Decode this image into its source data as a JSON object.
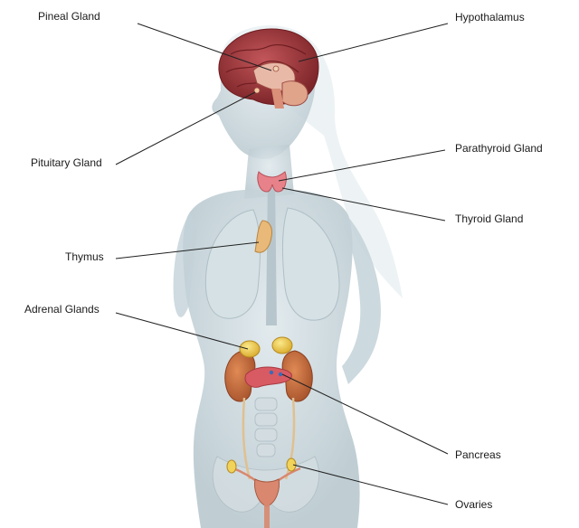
{
  "labels": {
    "pineal": "Pineal Gland",
    "hypothalamus": "Hypothalamus",
    "pituitary": "Pituitary Gland",
    "parathyroid": "Parathyroid Gland",
    "thyroid": "Thyroid Gland",
    "thymus": "Thymus",
    "adrenal": "Adrenal Glands",
    "pancreas": "Pancreas",
    "ovaries": "Ovaries"
  },
  "colors": {
    "body": "#c9d6db",
    "brain": "#a23b3f",
    "thyroid": "#e8828a",
    "thymus": "#e8b978",
    "adrenal": "#f2d35a",
    "kidney": "#c86b3f",
    "pancreas": "#d85a62",
    "uterus": "#d9876f",
    "leader_line": "#222222"
  }
}
